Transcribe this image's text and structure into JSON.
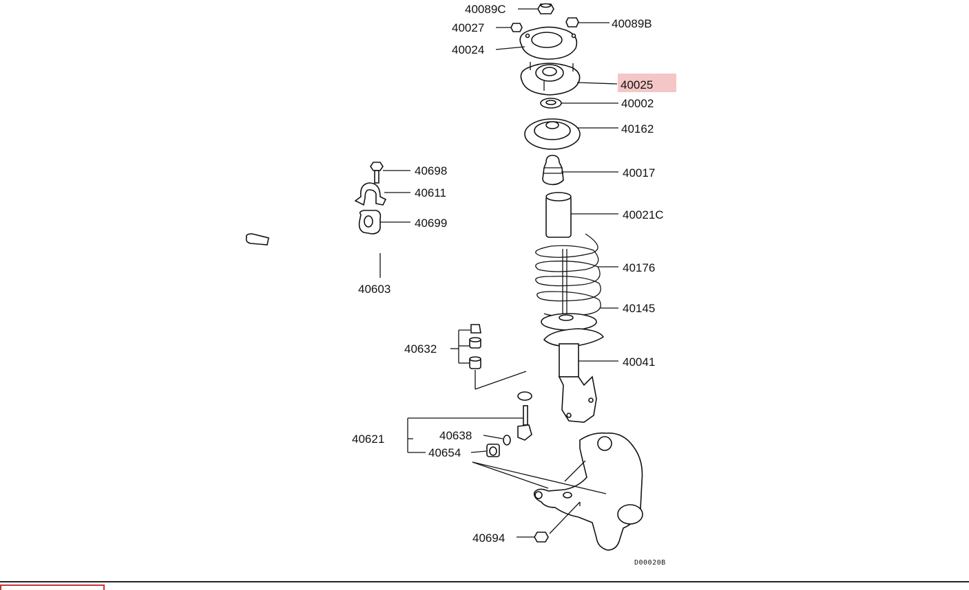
{
  "diagram_code": "D00020B",
  "highlight_color": "#f4c6c6",
  "parts": {
    "p40089C": "40089C",
    "p40027": "40027",
    "p40089B": "40089B",
    "p40024": "40024",
    "p40025": "40025",
    "p40002": "40002",
    "p40162": "40162",
    "p40017": "40017",
    "p40021C": "40021C",
    "p40176": "40176",
    "p40145": "40145",
    "p40041": "40041",
    "p40698": "40698",
    "p40611": "40611",
    "p40699": "40699",
    "p40603": "40603",
    "p40632": "40632",
    "p40621": "40621",
    "p40638": "40638",
    "p40654": "40654",
    "p40694": "40694"
  },
  "highlighted_part": "40025"
}
